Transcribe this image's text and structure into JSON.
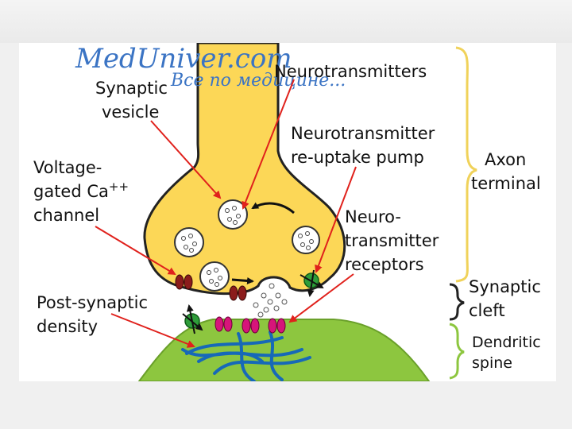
{
  "watermark": {
    "site": "MedUniver.com",
    "tagline": "Все по медицине..."
  },
  "labels": {
    "synaptic_vesicle": [
      "Synaptic",
      "vesicle"
    ],
    "neurotransmitters": "Neurotransmitters",
    "reuptake_pump": [
      "Neurotransmitter",
      "re-uptake pump"
    ],
    "voltage_gated": [
      "Voltage-",
      "gated Ca",
      "++",
      "channel"
    ],
    "receptors": [
      "Neuro-",
      "transmitter",
      "receptors"
    ],
    "post_synaptic": [
      "Post-synaptic",
      "density"
    ]
  },
  "regions": {
    "axon_terminal": [
      "Axon",
      "terminal"
    ],
    "synaptic_cleft": [
      "Synaptic",
      "cleft"
    ],
    "dendritic_spine": [
      "Dendritic",
      "spine"
    ]
  },
  "colors": {
    "axon_fill": "#fcd757",
    "axon_stroke": "#222222",
    "spine_fill": "#8dc63f",
    "arrow": "#e0211c",
    "channel": "#8b1c1c",
    "receptor": "#d6157a",
    "pump": "#2e9d3a",
    "filament": "#1769b8",
    "brace_axon": "#f0d25a",
    "brace_cleft": "#222222",
    "brace_spine": "#8dc63f",
    "watermark": "#3b74c4"
  }
}
